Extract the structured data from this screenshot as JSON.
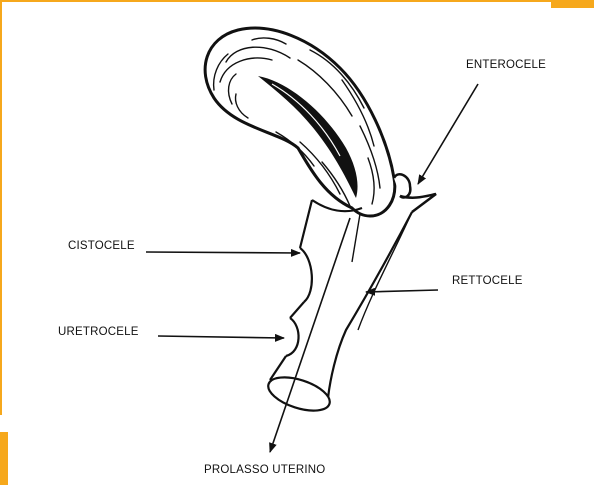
{
  "colors": {
    "accent": "#f6a81c",
    "ink": "#111111",
    "background": "#ffffff"
  },
  "labels": {
    "enterocele": "ENTEROCELE",
    "cistocele": "CISTOCELE",
    "rettocele": "RETTOCELE",
    "uretrocele": "URETROCELE",
    "prolasso_uterino": "PROLASSO UTERINO"
  }
}
